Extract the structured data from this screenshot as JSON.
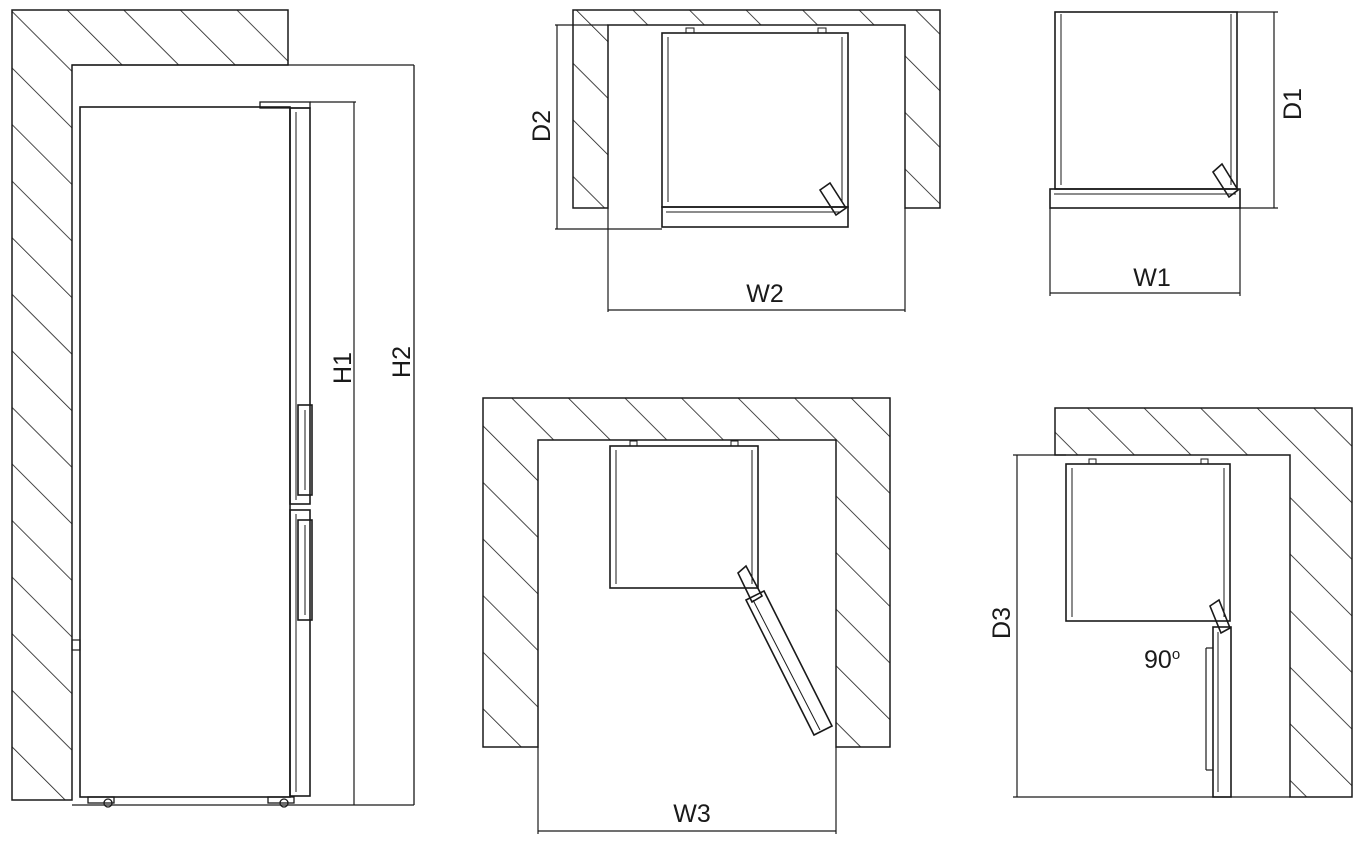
{
  "labels": {
    "h1": "H1",
    "h2": "H2",
    "d1": "D1",
    "d2": "D2",
    "d3": "D3",
    "w1": "W1",
    "w2": "W2",
    "w3": "W3",
    "angle": "90",
    "angle_unit": "o"
  },
  "colors": {
    "line": "#1a1a1a",
    "background": "#ffffff"
  }
}
